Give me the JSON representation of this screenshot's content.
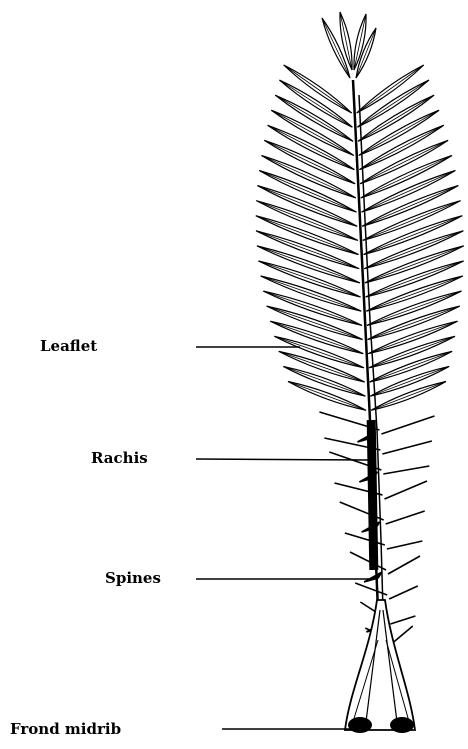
{
  "labels": {
    "leaflet": "Leaflet",
    "rachis": "Rachis",
    "spines": "Spines",
    "frond_midrib": "Frond midrib"
  },
  "colors": {
    "ink": "#000000",
    "background": "#ffffff"
  }
}
